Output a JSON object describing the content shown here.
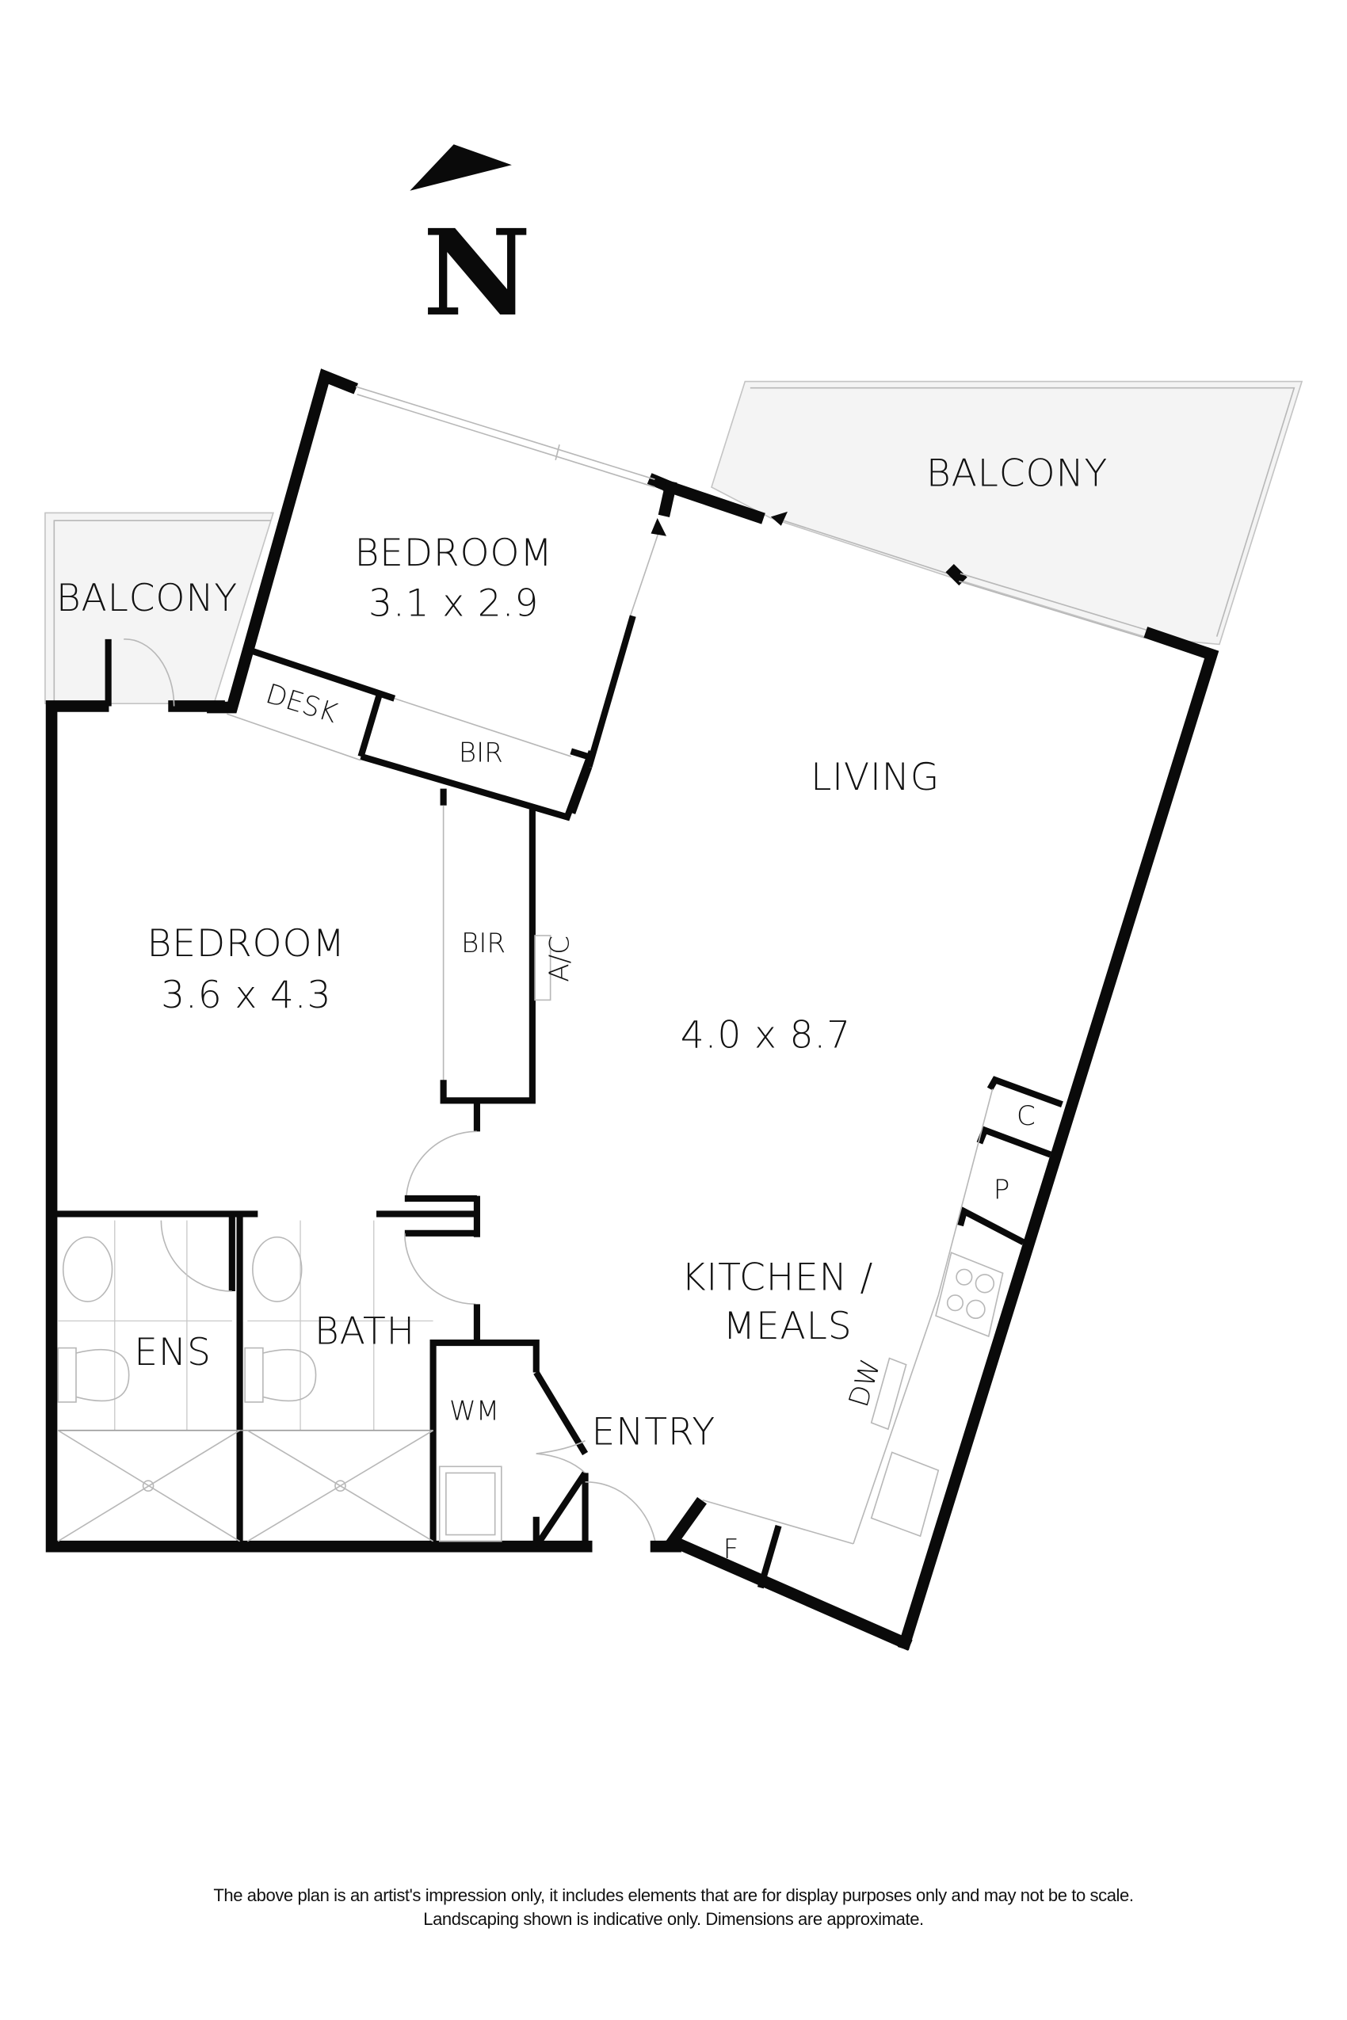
{
  "compass": {
    "letter": "N",
    "icon": "north-arrow-icon"
  },
  "rooms": {
    "balcony_main": {
      "name": "BALCONY"
    },
    "balcony_side": {
      "name": "BALCONY"
    },
    "bedroom_1": {
      "name": "BEDROOM",
      "size": "3.1 x 2.9"
    },
    "bedroom_2": {
      "name": "BEDROOM",
      "size": "3.6 x 4.3"
    },
    "living": {
      "name": "LIVING",
      "size": "4.0 x 8.7"
    },
    "kitchen": {
      "name_line1": "KITCHEN /",
      "name_line2": "MEALS"
    },
    "desk": {
      "name": "DESK"
    },
    "bir_1": {
      "name": "BIR"
    },
    "bir_2": {
      "name": "BIR"
    },
    "ac": {
      "name": "A/C"
    },
    "ens": {
      "name": "ENS"
    },
    "bath": {
      "name": "BATH"
    },
    "wm": {
      "name": "WM"
    },
    "entry": {
      "name": "ENTRY"
    },
    "coat": {
      "name": "C"
    },
    "pantry": {
      "name": "P"
    },
    "dw": {
      "name": "DW"
    },
    "fridge": {
      "name": "F"
    }
  },
  "disclaimer": {
    "line1": "The above plan is an artist's impression only, it includes elements that are for display purposes only and may not be to scale.",
    "line2": "Landscaping shown is indicative only. Dimensions are approximate."
  },
  "colors": {
    "wall": "#0a0a0a",
    "balcony_fill": "#f4f4f4",
    "fine_line": "#b8b8b8",
    "background": "#ffffff"
  }
}
